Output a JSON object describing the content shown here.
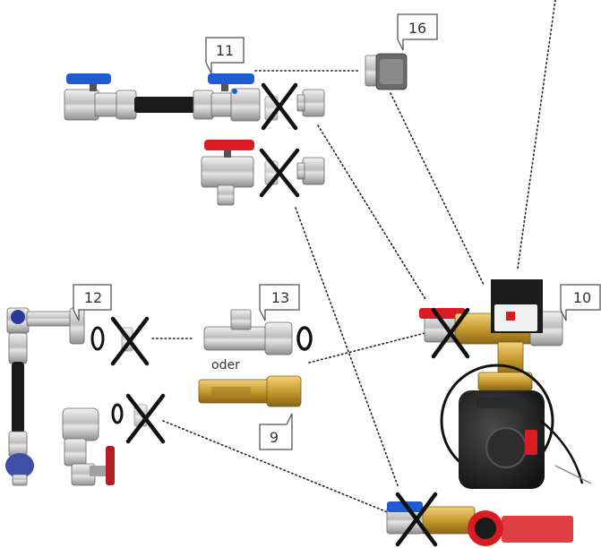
{
  "callouts": {
    "c9": "9",
    "c10": "10",
    "c11": "11",
    "c12": "12",
    "c13": "13",
    "c16": "16"
  },
  "oder_label": "oder",
  "colors": {
    "ball_valve_blue": "#1f5bd1",
    "ball_valve_red": "#d91c22",
    "x_mark": "#111111",
    "brass": "#c9a23a",
    "chrome": "#c8c8c8"
  }
}
